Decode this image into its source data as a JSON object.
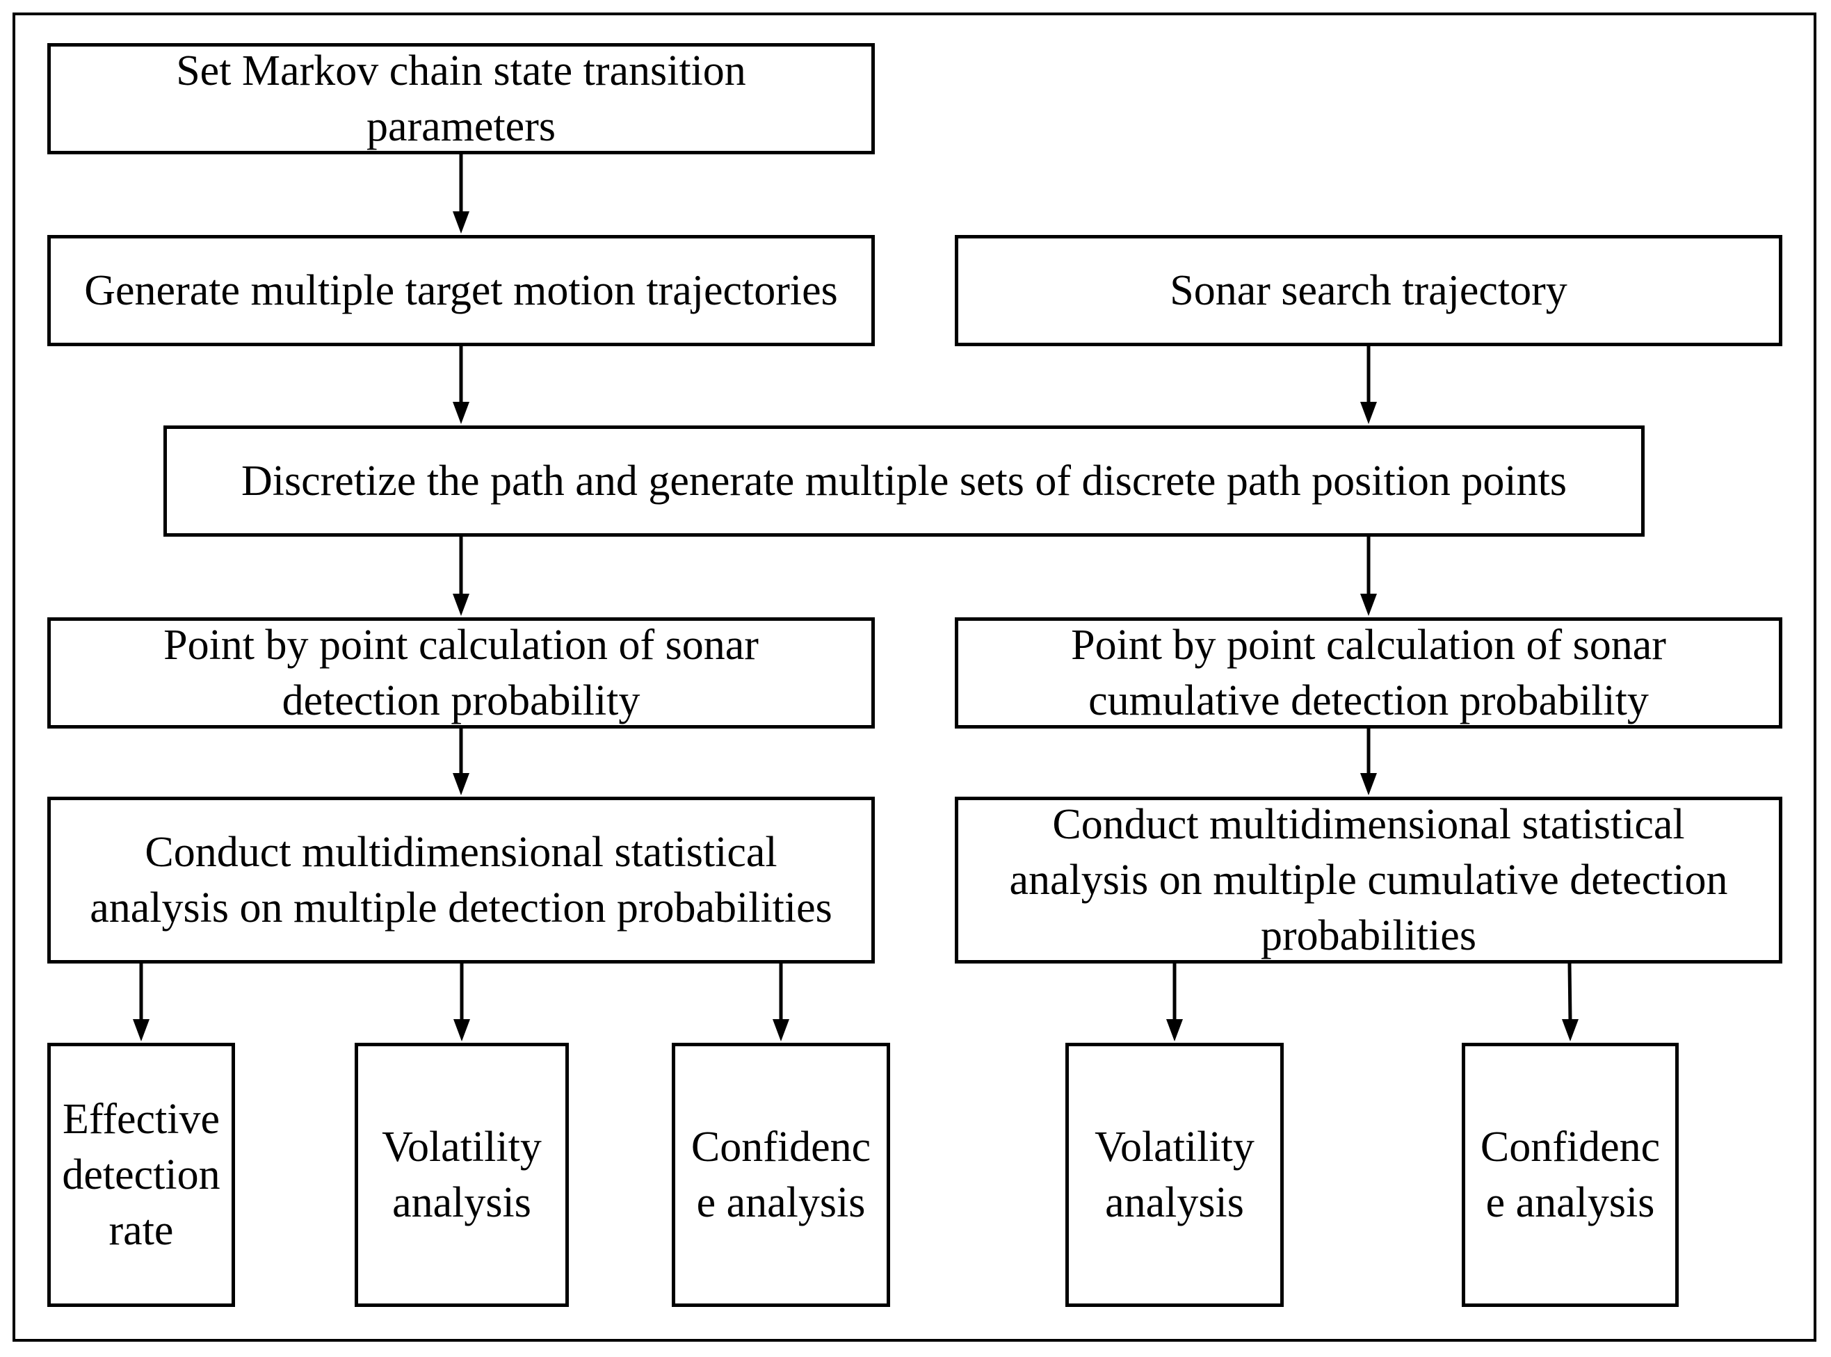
{
  "nodes": {
    "markov_params": "Set Markov chain state transition\nparameters",
    "target_trajectories": "Generate multiple target motion trajectories",
    "sonar_trajectory": "Sonar search trajectory",
    "discretize_path": "Discretize the path and generate multiple sets of discrete path position points",
    "detection_probability": "Point by point calculation of sonar\ndetection probability",
    "cumulative_probability": "Point by point calculation of sonar\ncumulative detection probability",
    "stats_detection": "Conduct multidimensional statistical\nanalysis on multiple detection probabilities",
    "stats_cumulative": "Conduct multidimensional statistical\nanalysis on multiple cumulative detection\nprobabilities",
    "effective_rate": "Effective\ndetection\nrate",
    "volatility_left": "Volatility\nanalysis",
    "confidence_left": "Confidenc\ne analysis",
    "volatility_right": "Volatility\nanalysis",
    "confidence_right": "Confidenc\ne analysis"
  },
  "edges": [
    {
      "from": "markov_params",
      "to": "target_trajectories"
    },
    {
      "from": "target_trajectories",
      "to": "discretize_path"
    },
    {
      "from": "sonar_trajectory",
      "to": "discretize_path"
    },
    {
      "from": "discretize_path",
      "to": "detection_probability"
    },
    {
      "from": "discretize_path",
      "to": "cumulative_probability"
    },
    {
      "from": "detection_probability",
      "to": "stats_detection"
    },
    {
      "from": "cumulative_probability",
      "to": "stats_cumulative"
    },
    {
      "from": "stats_detection",
      "to": "effective_rate"
    },
    {
      "from": "stats_detection",
      "to": "volatility_left"
    },
    {
      "from": "stats_detection",
      "to": "confidence_left"
    },
    {
      "from": "stats_cumulative",
      "to": "volatility_right"
    },
    {
      "from": "stats_cumulative",
      "to": "confidence_right"
    }
  ],
  "colors": {
    "stroke": "#000000",
    "background": "#ffffff"
  }
}
